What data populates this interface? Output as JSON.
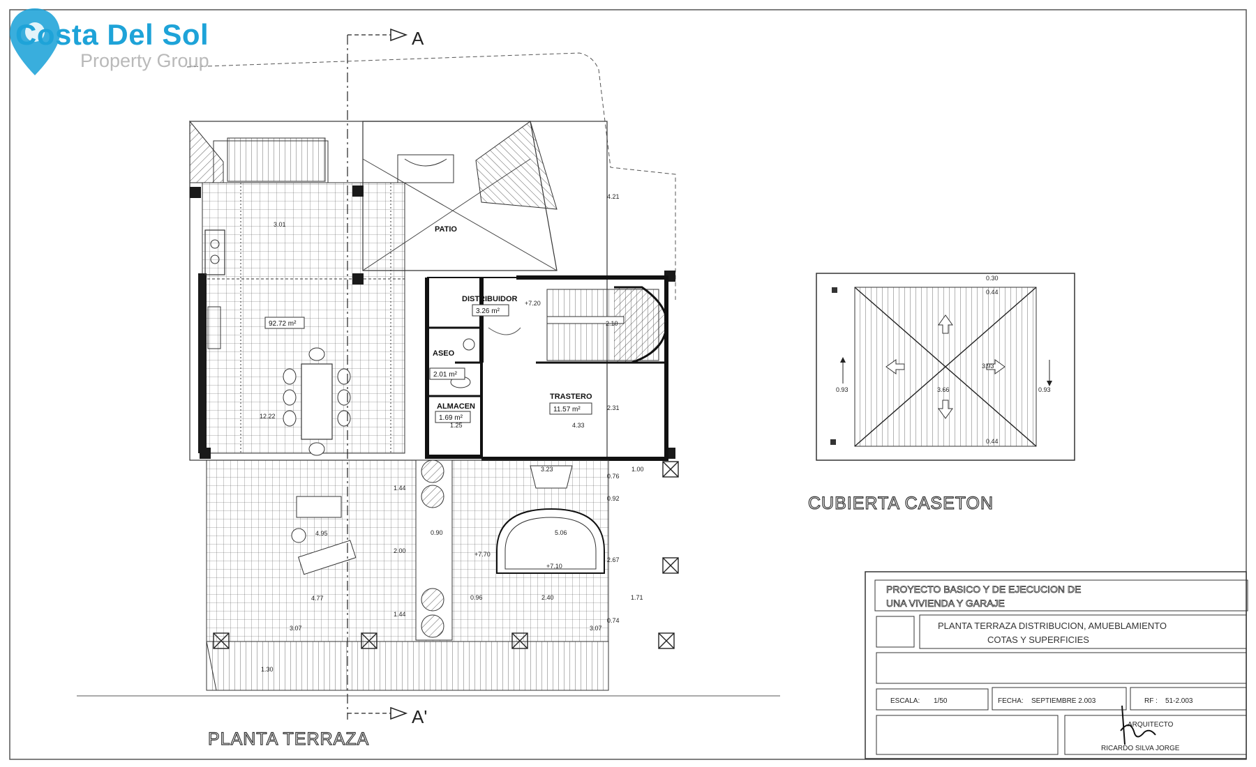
{
  "logo": {
    "title": "Costa Del Sol",
    "subtitle": "Property Group"
  },
  "section": {
    "top": "A",
    "bottom": "A'"
  },
  "plan_title": "PLANTA TERRAZA",
  "roof_title": "CUBIERTA CASETON",
  "rooms": {
    "patio": "PATIO",
    "distribuidor": "DISTRIBUIDOR",
    "distribuidor_area": "3.26 m²",
    "aseo": "ASEO",
    "aseo_area": "2.01 m²",
    "almacen": "ALMACEN",
    "almacen_area": "1.69 m²",
    "trastero": "TRASTERO",
    "trastero_area": "11.57 m²",
    "terrace_area": "92.72 m²"
  },
  "dims": {
    "d421": "4.21",
    "d301": "3.01",
    "d210": "2.10",
    "d231": "2.31",
    "d433": "4.33",
    "d1222": "12.22",
    "d125": "1.25",
    "d323": "3.23",
    "d100": "1.00",
    "d076": "0.76",
    "d144a": "1.44",
    "d092": "0.92",
    "d495": "4.95",
    "d090": "0.90",
    "d506": "5.06",
    "d200": "2.00",
    "d267": "2.67",
    "d477": "4.77",
    "d096": "0.96",
    "d240": "2.40",
    "d171": "1.71",
    "d144b": "1.44",
    "d074": "0.74",
    "d307a": "3.07",
    "d307b": "3.07",
    "d130": "1.30",
    "d093a": "0.93",
    "d093b": "0.93",
    "d366": "3.66",
    "d393": "3.93",
    "d044a": "0.44",
    "d044b": "0.44",
    "d030": "0.30",
    "lvl770": "+7.70",
    "lvl710": "+7.10",
    "lvl720": "+7.20"
  },
  "title_block": {
    "project_line1": "PROYECTO BASICO Y DE EJECUCION  DE",
    "project_line2": "UNA VIVIENDA Y GARAJE",
    "drawing_line1": "PLANTA TERRAZA DISTRIBUCION, AMUEBLAMIENTO",
    "drawing_line2": "COTAS Y SUPERFICIES",
    "escala_label": "ESCALA:",
    "escala_value": "1/50",
    "fecha_label": "FECHA:",
    "fecha_value": "SEPTIEMBRE  2.003",
    "rf_label": "RF :",
    "rf_value": "51-2.003",
    "arquitecto_label": "ARQUITECTO",
    "arquitecto_name": "RICARDO SILVA JORGE"
  },
  "colors": {
    "line": "#2a2a2a",
    "logo_blue": "#1ea3d8",
    "logo_gray": "#b9b9b9"
  }
}
